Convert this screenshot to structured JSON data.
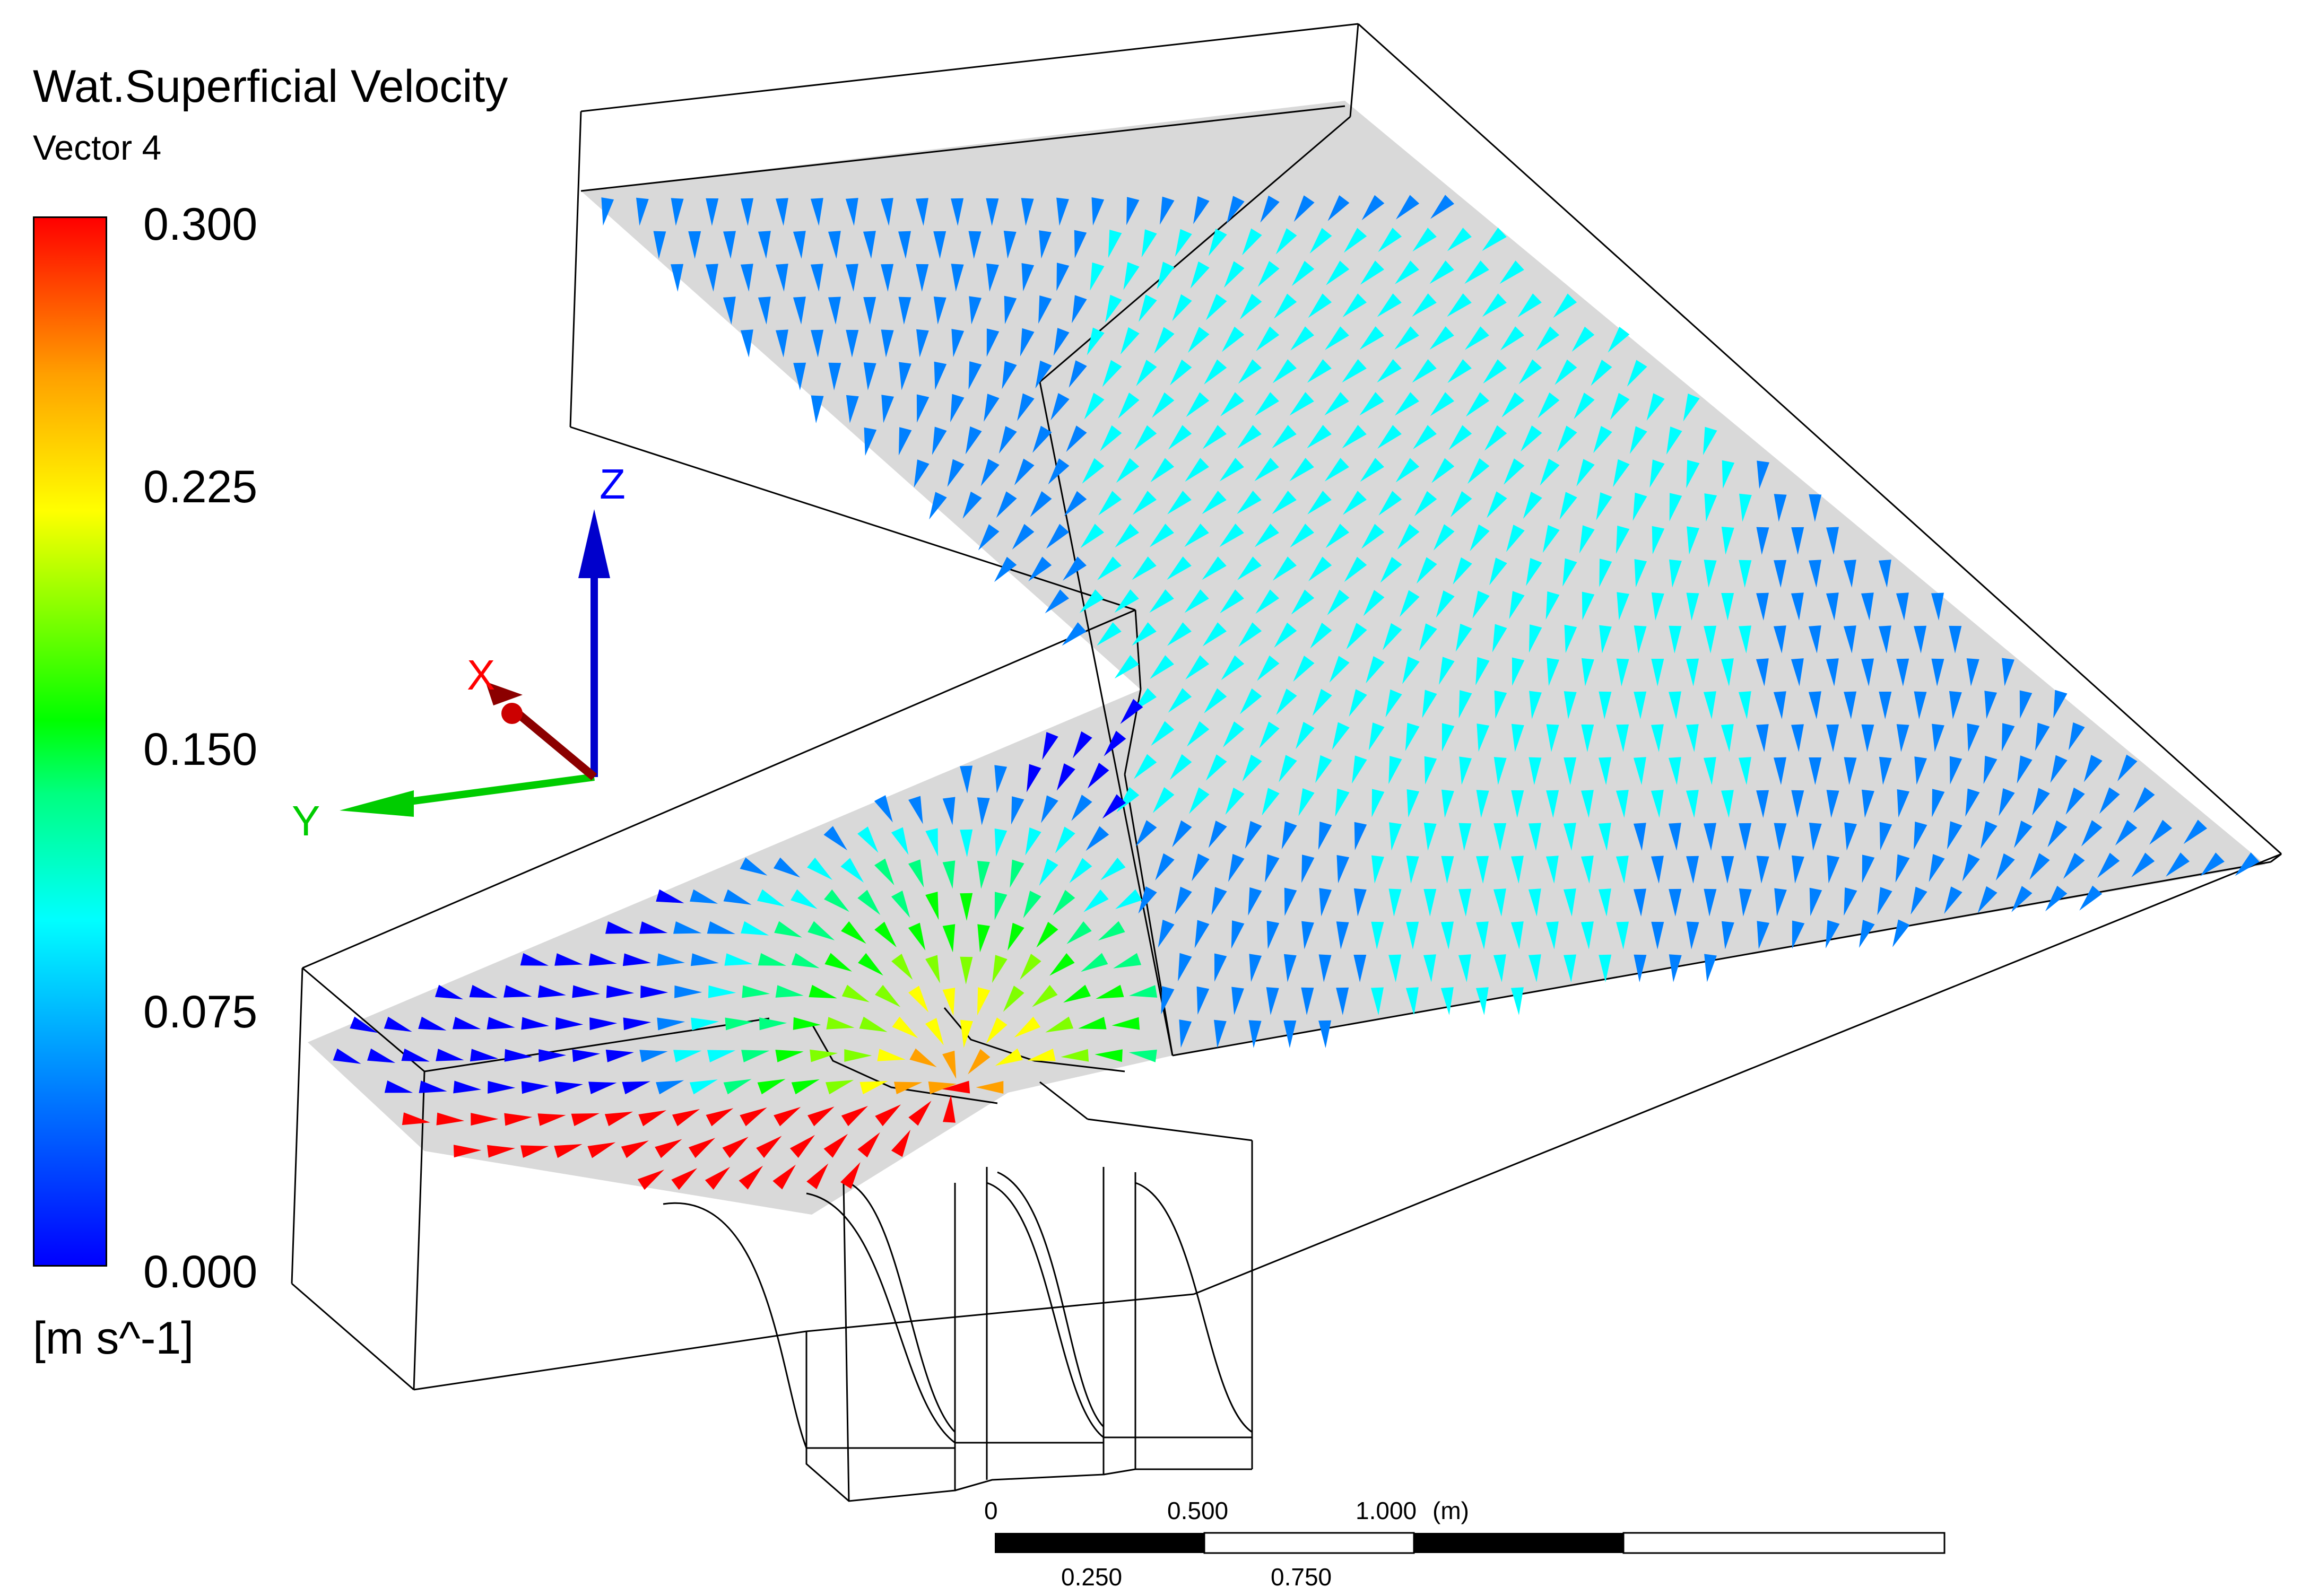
{
  "legend": {
    "title": "Wat.Superficial Velocity",
    "subtitle": "Vector 4",
    "ticks": [
      "0.300",
      "0.225",
      "0.150",
      "0.075",
      "0.000"
    ],
    "unit": "[m s^-1]",
    "range": [
      0.0,
      0.3
    ],
    "colormap": [
      "#0000ff",
      "#0080ff",
      "#00ffff",
      "#00ff80",
      "#00ff00",
      "#80ff00",
      "#ffff00",
      "#ffa000",
      "#ff0000"
    ]
  },
  "axes": {
    "x_label": "X",
    "y_label": "Y",
    "z_label": "Z",
    "x_color": "#8b0000",
    "y_color": "#00cc00",
    "z_color": "#0000cc",
    "x_label_color": "#ff0000",
    "y_label_color": "#00cc00",
    "z_label_color": "#0000ff"
  },
  "scale_bar": {
    "top_labels": [
      "0",
      "0.500",
      "1.000"
    ],
    "bottom_labels": [
      "0.250",
      "0.750"
    ],
    "unit": "(m)"
  },
  "colors": {
    "plane_fill": "#d9d9d9",
    "wireframe": "#000000"
  }
}
